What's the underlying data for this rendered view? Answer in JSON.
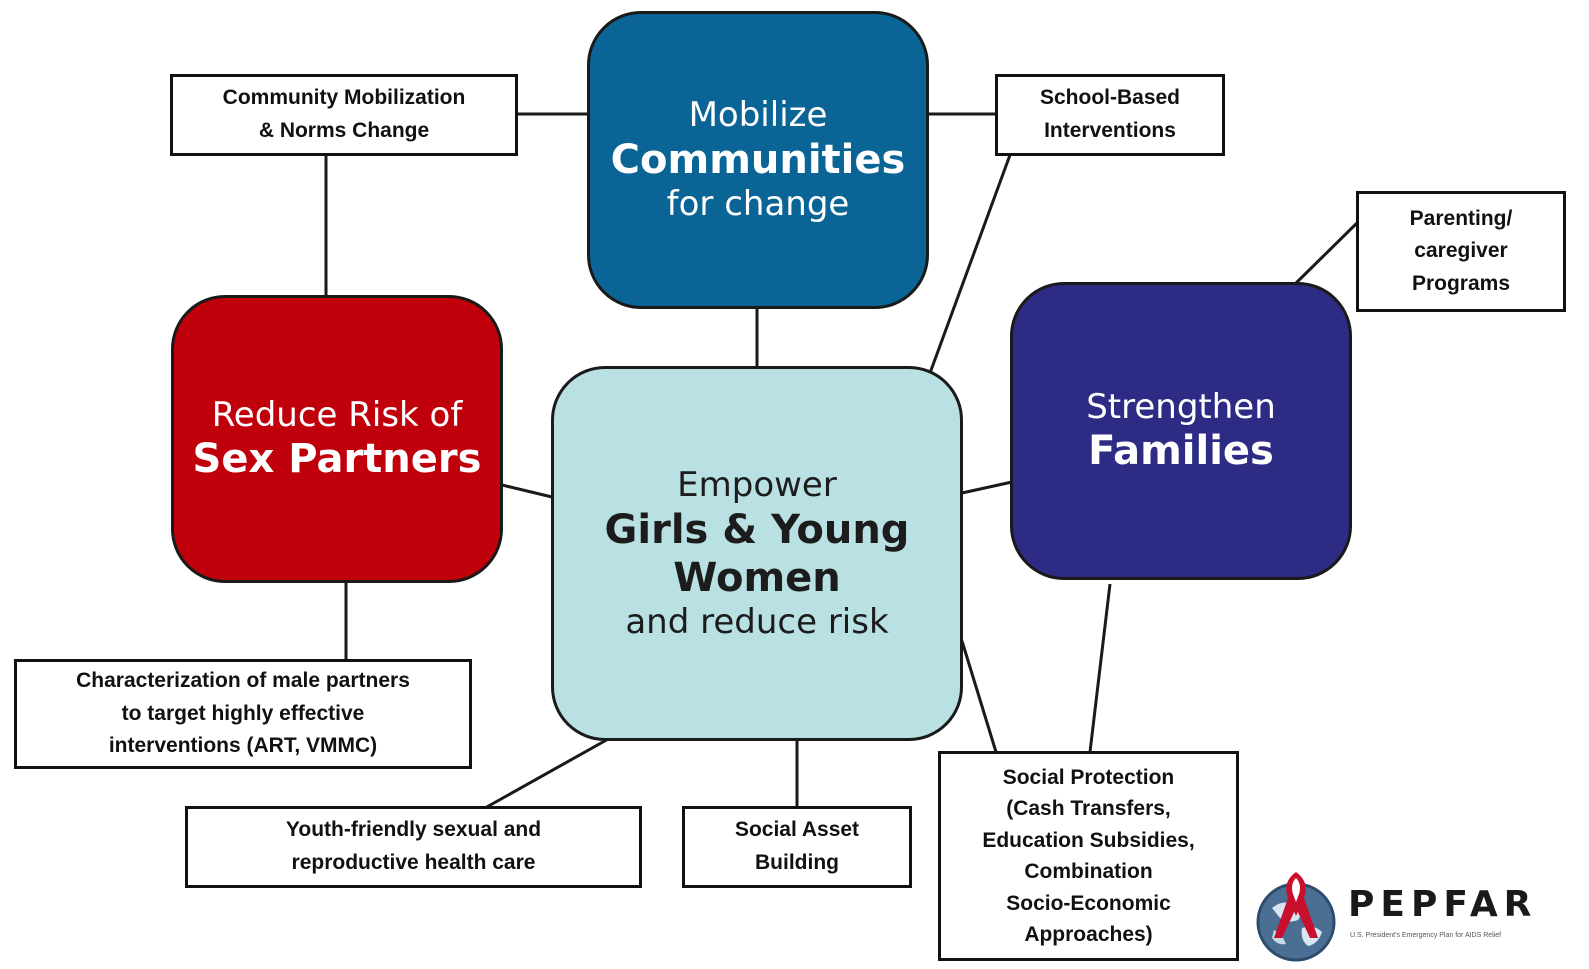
{
  "core": {
    "communities": {
      "line1": "Mobilize",
      "line2": "Communities",
      "line3": "for change",
      "color": "#0a6496"
    },
    "partners": {
      "line1": "Reduce Risk of",
      "line2": "Sex Partners",
      "color": "#c0000b"
    },
    "girls": {
      "line1": "Empower",
      "line2": "Girls & Young",
      "line3": "Women",
      "line4": "and reduce risk",
      "color": "#b9e1e4"
    },
    "families": {
      "line1": "Strengthen",
      "line2": "Families",
      "color": "#2d2b84"
    }
  },
  "interventions": {
    "community_mobilization": [
      "Community Mobilization",
      "& Norms Change"
    ],
    "school_based": [
      "School-Based",
      "Interventions"
    ],
    "parenting": [
      "Parenting/",
      "caregiver",
      "Programs"
    ],
    "male_partners": [
      "Characterization of male partners",
      "to target highly effective",
      "interventions (ART, VMMC)"
    ],
    "youth_friendly": [
      "Youth-friendly sexual and",
      "reproductive health care"
    ],
    "social_asset": [
      "Social Asset",
      "Building"
    ],
    "social_protection": [
      "Social Protection",
      "(Cash Transfers,",
      "Education Subsidies,",
      "Combination",
      "Socio-Economic",
      "Approaches)"
    ]
  },
  "logo": {
    "wordmark": "PEPFAR",
    "tagline": "U.S. President's Emergency Plan for AIDS Relief"
  }
}
